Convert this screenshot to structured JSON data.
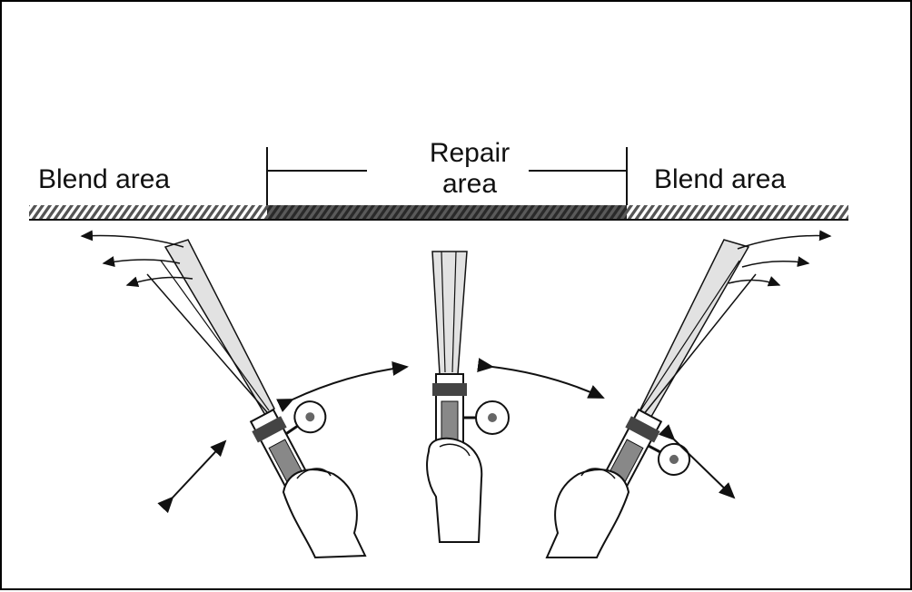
{
  "labels": {
    "blend_left": "Blend area",
    "repair_line1": "Repair",
    "repair_line2": "area",
    "blend_right": "Blend area"
  },
  "colors": {
    "ink": "#111111",
    "hatch": "#555555",
    "repair_band": "#3a3a3a",
    "spray": "#d8d8d8"
  },
  "icons": [
    "spray-gun-icon",
    "hand-icon",
    "spray-fan-icon",
    "motion-arrow-icon"
  ]
}
